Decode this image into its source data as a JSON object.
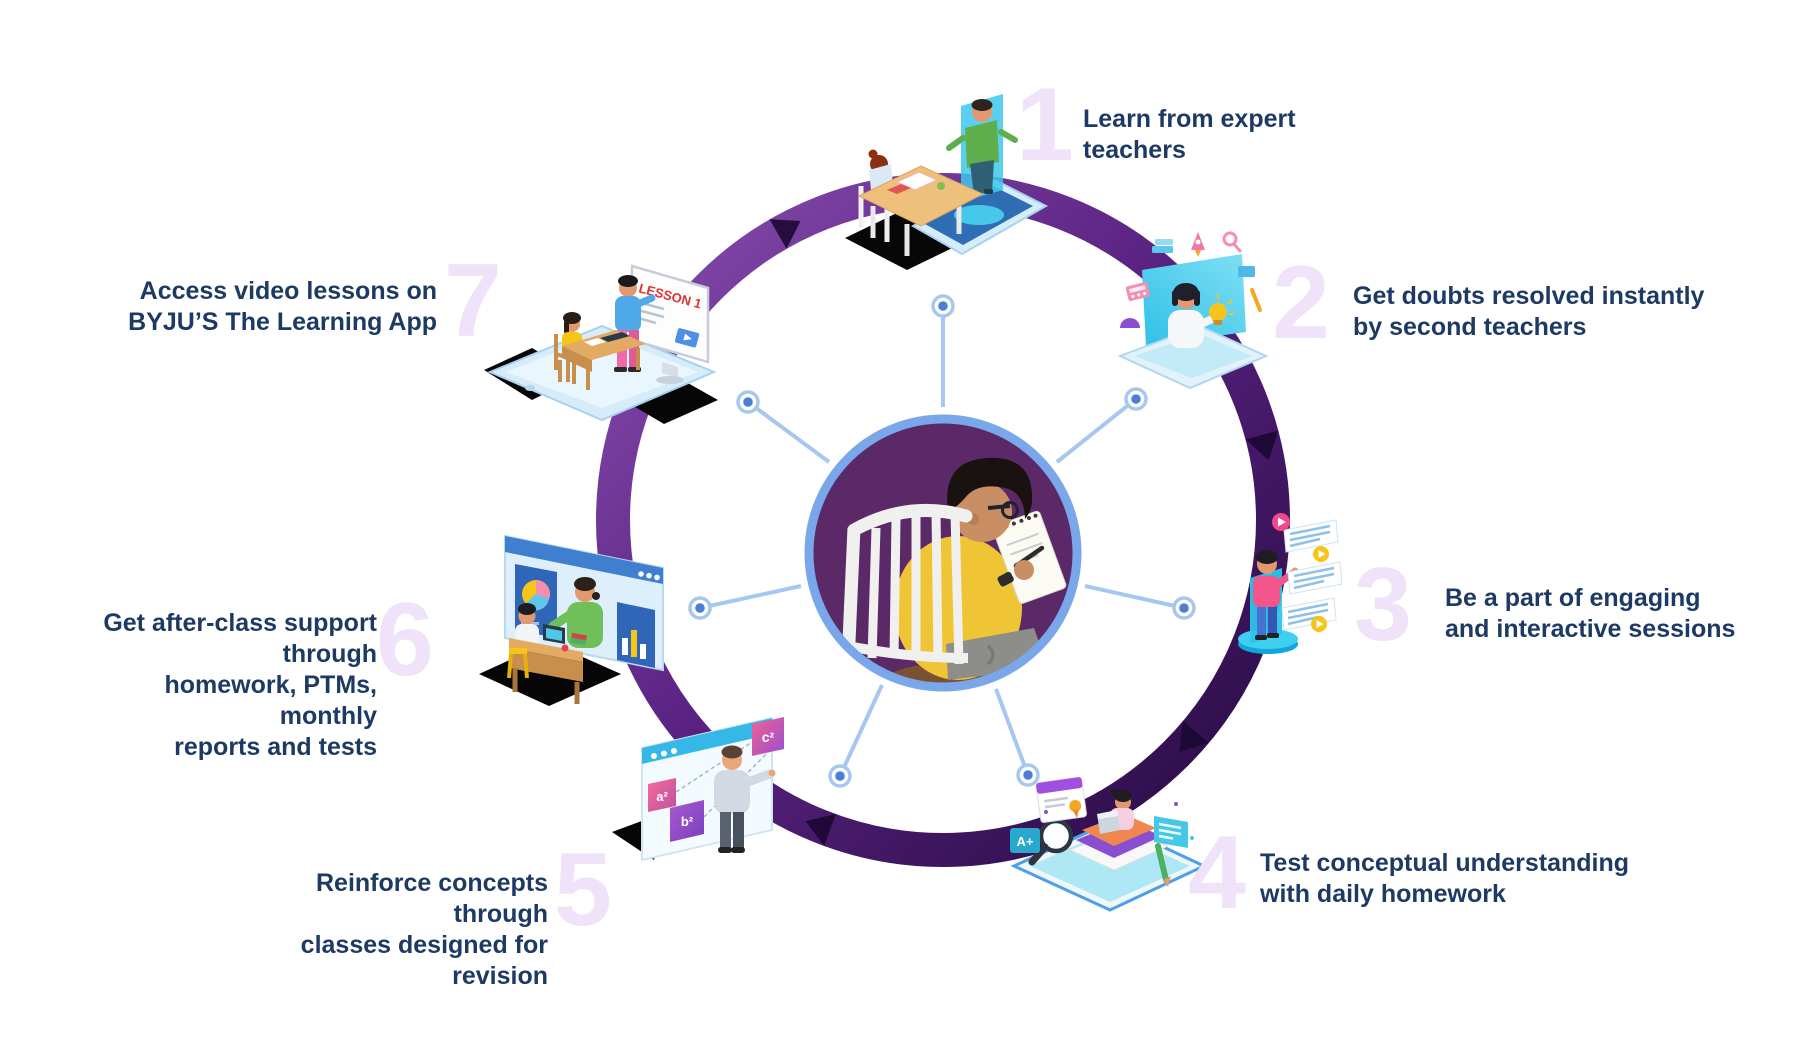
{
  "palette": {
    "step_text": "#1d3a64",
    "step_number": "#efe2f9",
    "ring_purple_dark": "#250a40",
    "ring_purple": "#5b2383",
    "ring_purple_light": "#8a4fb0",
    "spoke_blue": "#a6c7f0",
    "node_dot_blue": "#4c7ed8",
    "hub_ring_blue": "#79a7ea",
    "hub_background_purple": "#5c2968"
  },
  "center": {
    "illustration": "student-writing-in-spiral-notebook"
  },
  "steps": [
    {
      "number": "1",
      "align": "left",
      "lines": [
        "Learn from expert",
        "teachers"
      ],
      "illustration": "teacher-hologram-on-tablet-with-student-desk"
    },
    {
      "number": "2",
      "align": "left",
      "lines": [
        "Get doubts resolved instantly",
        "by second teachers"
      ],
      "illustration": "second-teacher-emerging-from-tablet-with-idea-bulb"
    },
    {
      "number": "3",
      "align": "left",
      "lines": [
        "Be a part of engaging",
        "and interactive sessions"
      ],
      "illustration": "student-with-interactive-chat-panels"
    },
    {
      "number": "4",
      "align": "left",
      "lines": [
        "Test conceptual understanding",
        "with daily homework"
      ],
      "illustration": "student-on-book-stack-with-laptop-and-magnifier",
      "illustration_texts": [
        "A+"
      ]
    },
    {
      "number": "5",
      "align": "right",
      "lines": [
        "Reinforce concepts through",
        "classes designed for revision"
      ],
      "illustration": "teacher-at-revision-whiteboard",
      "illustration_texts": [
        "a²",
        "b²",
        "c²"
      ]
    },
    {
      "number": "6",
      "align": "right",
      "lines": [
        "Get after-class support through",
        "homework, PTMs, monthly",
        "reports and tests"
      ],
      "illustration": "student-and-teacher-screen-with-report-charts"
    },
    {
      "number": "7",
      "align": "right",
      "lines": [
        "Access video lessons on",
        "BYJU’S The Learning App"
      ],
      "illustration": "teacher-with-lesson-screen-on-tablet",
      "illustration_texts": [
        "LESSON 1"
      ]
    }
  ]
}
